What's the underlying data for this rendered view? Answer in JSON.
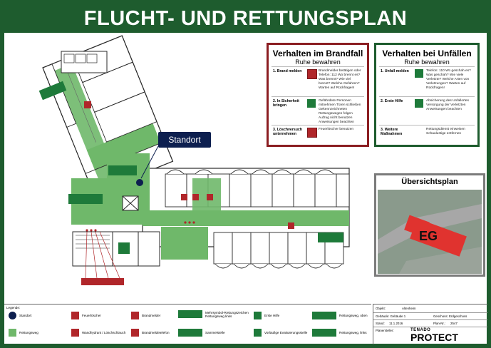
{
  "title": "FLUCHT- UND RETTUNGSPLAN",
  "standort_label": "Standort",
  "brandfall": {
    "title": "Verhalten im Brandfall",
    "subtitle": "Ruhe bewahren",
    "steps": [
      {
        "label": "1. Brand melden",
        "text": "Brandmelder betätigen oder Telefon: 112 Wo brennt es? Was brennt? Wie viel brennt? Welche Gefahren? Warten auf Rückfragen!"
      },
      {
        "label": "2. In Sicherheit bringen",
        "text": "Gefährdete Personen mitnehmen Türen schließen Gekennzeichneten Rettungswegen folgen Aufzug nicht benutzen Anweisungen beachten"
      },
      {
        "label": "3. Löschversuch unternehmen",
        "text": "Feuerlöscher benutzen"
      }
    ]
  },
  "unfaelle": {
    "title": "Verhalten bei Unfällen",
    "subtitle": "Ruhe bewahren",
    "steps": [
      {
        "label": "1. Unfall melden",
        "text": "Telefon: 110 Wo geschah es? Was geschah? Wie viele Verletzte? Welche Arten von Verletzungen? Warten auf Rückfragen!"
      },
      {
        "label": "2. Erste Hilfe",
        "text": "Absicherung des Unfallortes Versorgung der Verletzten Anweisungen beachten"
      },
      {
        "label": "3. Weitere Maßnahmen",
        "text": "Rettungsdienst einweisen Schaulustige entfernen"
      }
    ]
  },
  "overview": {
    "title": "Übersichtsplan",
    "floor_label": "EG"
  },
  "legend": {
    "heading": "Legende:",
    "items": [
      {
        "label": "Standort"
      },
      {
        "label": "Rettungsweg"
      },
      {
        "label": "Feuerlöscher"
      },
      {
        "label": "Wandhydrant / Löschschlauch"
      },
      {
        "label": "Brandmelder"
      },
      {
        "label": "Brandmeldetelefon"
      },
      {
        "label": "Mehrsymbol-Rettungszeichen Rettungsweg links"
      },
      {
        "label": "Sammelstelle"
      },
      {
        "label": "Erste Hilfe"
      },
      {
        "label": "Vorläufige Evakuierungsstelle"
      },
      {
        "label": "Rettungsweg, oben"
      },
      {
        "label": "Rettungsweg, links"
      }
    ]
  },
  "titleblock": {
    "objekt_label": "Objekt:",
    "objekt_value": "Altenheim",
    "gebaeude_label": "Gebäude: Gebäude 1",
    "geschoss_label": "Geschoss: Erdgeschoss",
    "stand_label": "Stand:",
    "stand_value": "11.1.2016",
    "plan_label": "Plan-Nr.:",
    "plan_value": "2547",
    "ersteller_label": "Planersteller:",
    "brand_small": "TENADO",
    "brand_big": "PROTECT"
  },
  "colors": {
    "frame": "#1e5c2e",
    "escape_route": "#6fb86a",
    "fire_red": "#b0262a",
    "ehs_green": "#1e7a3a",
    "walls": "#2a2a2a",
    "standort": "#0d1f4f"
  }
}
